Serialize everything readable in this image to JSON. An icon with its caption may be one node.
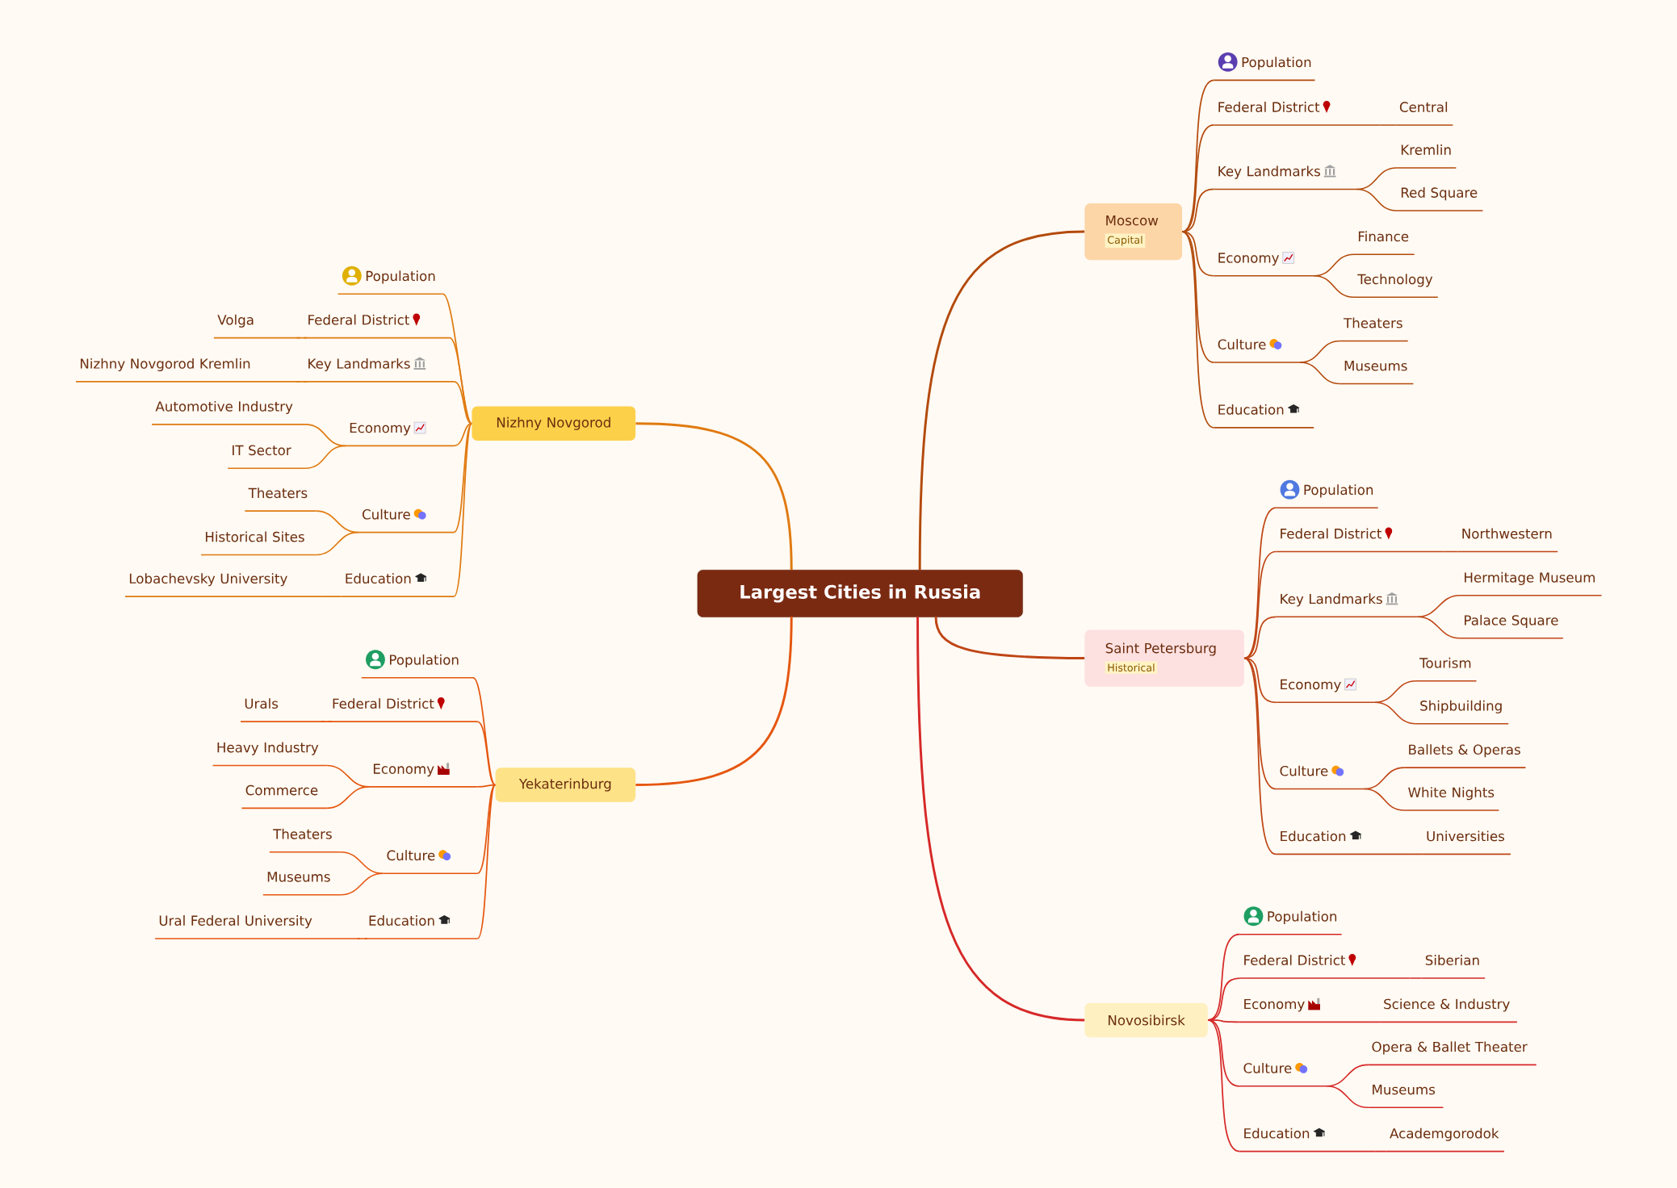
{
  "diagram": {
    "nodes": [
      {
        "text": [
          "Largest Cities in Russia"
        ]
      },
      {
        "text": [
          "Moscow",
          "Capital"
        ]
      },
      {
        "text": [
          "Population"
        ]
      },
      {
        "text": [
          "Federal District"
        ]
      },
      {
        "text": [
          "Central"
        ]
      },
      {
        "text": [
          "Key Landmarks"
        ]
      },
      {
        "text": [
          "Kremlin"
        ]
      },
      {
        "text": [
          "Red Square"
        ]
      },
      {
        "text": [
          "Economy"
        ]
      },
      {
        "text": [
          "Finance"
        ]
      },
      {
        "text": [
          "Technology"
        ]
      },
      {
        "text": [
          "Culture"
        ]
      },
      {
        "text": [
          "Theaters"
        ]
      },
      {
        "text": [
          "Museums"
        ]
      },
      {
        "text": [
          "Education"
        ]
      },
      {
        "text": [
          "Saint Petersburg",
          "Historical"
        ]
      },
      {
        "text": [
          "Population"
        ]
      },
      {
        "text": [
          "Federal District"
        ]
      },
      {
        "text": [
          "Northwestern"
        ]
      },
      {
        "text": [
          "Key Landmarks"
        ]
      },
      {
        "text": [
          "Hermitage Museum"
        ]
      },
      {
        "text": [
          "Palace Square"
        ]
      },
      {
        "text": [
          "Economy"
        ]
      },
      {
        "text": [
          "Tourism"
        ]
      },
      {
        "text": [
          "Shipbuilding"
        ]
      },
      {
        "text": [
          "Culture"
        ]
      },
      {
        "text": [
          "Ballets & Operas"
        ]
      },
      {
        "text": [
          "White Nights"
        ]
      },
      {
        "text": [
          "Education"
        ]
      },
      {
        "text": [
          "Universities"
        ]
      },
      {
        "text": [
          "Novosibirsk"
        ]
      },
      {
        "text": [
          "Population"
        ]
      },
      {
        "text": [
          "Federal District"
        ]
      },
      {
        "text": [
          "Siberian"
        ]
      },
      {
        "text": [
          "Economy"
        ]
      },
      {
        "text": [
          "Science & Industry"
        ]
      },
      {
        "text": [
          "Culture"
        ]
      },
      {
        "text": [
          "Opera & Ballet Theater"
        ]
      },
      {
        "text": [
          "Museums"
        ]
      },
      {
        "text": [
          "Education"
        ]
      },
      {
        "text": [
          "Academgorodok"
        ]
      },
      {
        "text": [
          "Nizhny Novgorod"
        ]
      },
      {
        "text": [
          "Population"
        ]
      },
      {
        "text": [
          "Federal District"
        ]
      },
      {
        "text": [
          "Volga"
        ]
      },
      {
        "text": [
          "Key Landmarks"
        ]
      },
      {
        "text": [
          "Nizhny Novgorod Kremlin"
        ]
      },
      {
        "text": [
          "Economy"
        ]
      },
      {
        "text": [
          "Automotive Industry"
        ]
      },
      {
        "text": [
          "IT Sector"
        ]
      },
      {
        "text": [
          "Culture"
        ]
      },
      {
        "text": [
          "Theaters"
        ]
      },
      {
        "text": [
          "Historical Sites"
        ]
      },
      {
        "text": [
          "Education"
        ]
      },
      {
        "text": [
          "Lobachevsky University"
        ]
      },
      {
        "text": [
          "Yekaterinburg"
        ]
      },
      {
        "text": [
          "Population"
        ]
      },
      {
        "text": [
          "Federal District"
        ]
      },
      {
        "text": [
          "Urals"
        ]
      },
      {
        "text": [
          "Economy"
        ]
      },
      {
        "text": [
          "Heavy Industry"
        ]
      },
      {
        "text": [
          "Commerce"
        ]
      },
      {
        "text": [
          "Culture"
        ]
      },
      {
        "text": [
          "Theaters"
        ]
      },
      {
        "text": [
          "Museums"
        ]
      },
      {
        "text": [
          "Education"
        ]
      },
      {
        "text": [
          "Ural Federal University"
        ]
      }
    ],
    "edges": [
      {
        "from": 0,
        "to": 1,
        "arrow": "none",
        "color": "#b34a0c"
      },
      {
        "from": 0,
        "to": 15,
        "arrow": "none",
        "color": "#bf4515"
      },
      {
        "from": 0,
        "to": 30,
        "arrow": "none",
        "color": "#d62828"
      },
      {
        "from": 0,
        "to": 41,
        "arrow": "none",
        "color": "#e07a10"
      },
      {
        "from": 0,
        "to": 55,
        "arrow": "none",
        "color": "#e5560f"
      },
      {
        "from": 1,
        "to": 2,
        "arrow": "none",
        "color": "#b34a0c"
      },
      {
        "from": 1,
        "to": 3,
        "arrow": "none",
        "color": "#b34a0c"
      },
      {
        "from": 3,
        "to": 4,
        "arrow": "none",
        "color": "#b34a0c"
      },
      {
        "from": 1,
        "to": 5,
        "arrow": "none",
        "color": "#b34a0c"
      },
      {
        "from": 5,
        "to": 6,
        "arrow": "none",
        "color": "#b34a0c"
      },
      {
        "from": 5,
        "to": 7,
        "arrow": "none",
        "color": "#b34a0c"
      },
      {
        "from": 1,
        "to": 8,
        "arrow": "none",
        "color": "#b34a0c"
      },
      {
        "from": 8,
        "to": 9,
        "arrow": "none",
        "color": "#b34a0c"
      },
      {
        "from": 8,
        "to": 10,
        "arrow": "none",
        "color": "#b34a0c"
      },
      {
        "from": 1,
        "to": 11,
        "arrow": "none",
        "color": "#b34a0c"
      },
      {
        "from": 11,
        "to": 12,
        "arrow": "none",
        "color": "#b34a0c"
      },
      {
        "from": 11,
        "to": 13,
        "arrow": "none",
        "color": "#b34a0c"
      },
      {
        "from": 1,
        "to": 14,
        "arrow": "none",
        "color": "#b34a0c"
      },
      {
        "from": 15,
        "to": 16,
        "arrow": "none",
        "color": "#bf4515"
      },
      {
        "from": 15,
        "to": 17,
        "arrow": "none",
        "color": "#bf4515"
      },
      {
        "from": 17,
        "to": 18,
        "arrow": "none",
        "color": "#bf4515"
      },
      {
        "from": 15,
        "to": 19,
        "arrow": "none",
        "color": "#bf4515"
      },
      {
        "from": 19,
        "to": 20,
        "arrow": "none",
        "color": "#bf4515"
      },
      {
        "from": 19,
        "to": 21,
        "arrow": "none",
        "color": "#bf4515"
      },
      {
        "from": 15,
        "to": 22,
        "arrow": "none",
        "color": "#bf4515"
      },
      {
        "from": 22,
        "to": 23,
        "arrow": "none",
        "color": "#bf4515"
      },
      {
        "from": 22,
        "to": 24,
        "arrow": "none",
        "color": "#bf4515"
      },
      {
        "from": 15,
        "to": 25,
        "arrow": "none",
        "color": "#bf4515"
      },
      {
        "from": 25,
        "to": 26,
        "arrow": "none",
        "color": "#bf4515"
      },
      {
        "from": 25,
        "to": 27,
        "arrow": "none",
        "color": "#bf4515"
      },
      {
        "from": 15,
        "to": 28,
        "arrow": "none",
        "color": "#bf4515"
      },
      {
        "from": 28,
        "to": 29,
        "arrow": "none",
        "color": "#bf4515"
      },
      {
        "from": 30,
        "to": 31,
        "arrow": "none",
        "color": "#d62828"
      },
      {
        "from": 30,
        "to": 32,
        "arrow": "none",
        "color": "#d62828"
      },
      {
        "from": 32,
        "to": 33,
        "arrow": "none",
        "color": "#d62828"
      },
      {
        "from": 30,
        "to": 34,
        "arrow": "none",
        "color": "#d62828"
      },
      {
        "from": 34,
        "to": 35,
        "arrow": "none",
        "color": "#d62828"
      },
      {
        "from": 30,
        "to": 36,
        "arrow": "none",
        "color": "#d62828"
      },
      {
        "from": 36,
        "to": 37,
        "arrow": "none",
        "color": "#d62828"
      },
      {
        "from": 36,
        "to": 38,
        "arrow": "none",
        "color": "#d62828"
      },
      {
        "from": 30,
        "to": 39,
        "arrow": "none",
        "color": "#d62828"
      },
      {
        "from": 39,
        "to": 40,
        "arrow": "none",
        "color": "#d62828"
      },
      {
        "from": 41,
        "to": 42,
        "arrow": "none",
        "color": "#e07a10"
      },
      {
        "from": 41,
        "to": 43,
        "arrow": "none",
        "color": "#e07a10"
      },
      {
        "from": 43,
        "to": 44,
        "arrow": "none",
        "color": "#e07a10"
      },
      {
        "from": 41,
        "to": 45,
        "arrow": "none",
        "color": "#e07a10"
      },
      {
        "from": 45,
        "to": 46,
        "arrow": "none",
        "color": "#e07a10"
      },
      {
        "from": 41,
        "to": 47,
        "arrow": "none",
        "color": "#e07a10"
      },
      {
        "from": 47,
        "to": 48,
        "arrow": "none",
        "color": "#e07a10"
      },
      {
        "from": 47,
        "to": 49,
        "arrow": "none",
        "color": "#e07a10"
      },
      {
        "from": 41,
        "to": 50,
        "arrow": "none",
        "color": "#e07a10"
      },
      {
        "from": 50,
        "to": 51,
        "arrow": "none",
        "color": "#e07a10"
      },
      {
        "from": 50,
        "to": 52,
        "arrow": "none",
        "color": "#e07a10"
      },
      {
        "from": 41,
        "to": 53,
        "arrow": "none",
        "color": "#e07a10"
      },
      {
        "from": 53,
        "to": 54,
        "arrow": "none",
        "color": "#e07a10"
      },
      {
        "from": 55,
        "to": 56,
        "arrow": "none",
        "color": "#e5560f"
      },
      {
        "from": 55,
        "to": 57,
        "arrow": "none",
        "color": "#e5560f"
      },
      {
        "from": 57,
        "to": 58,
        "arrow": "none",
        "color": "#e5560f"
      },
      {
        "from": 55,
        "to": 59,
        "arrow": "none",
        "color": "#e5560f"
      },
      {
        "from": 59,
        "to": 60,
        "arrow": "none",
        "color": "#e5560f"
      },
      {
        "from": 59,
        "to": 61,
        "arrow": "none",
        "color": "#e5560f"
      },
      {
        "from": 55,
        "to": 62,
        "arrow": "none",
        "color": "#e5560f"
      },
      {
        "from": 62,
        "to": 63,
        "arrow": "none",
        "color": "#e5560f"
      },
      {
        "from": 62,
        "to": 64,
        "arrow": "none",
        "color": "#e5560f"
      },
      {
        "from": 55,
        "to": 65,
        "arrow": "none",
        "color": "#e5560f"
      },
      {
        "from": 65,
        "to": 66,
        "arrow": "none",
        "color": "#e5560f"
      }
    ]
  }
}
